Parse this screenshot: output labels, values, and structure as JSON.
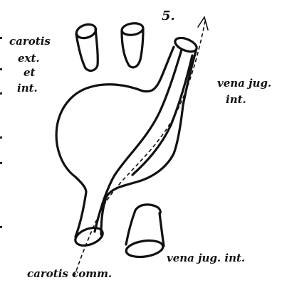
{
  "figure_number": "5.",
  "labels": {
    "carotis_ext_int": [
      "carotis",
      "ext.",
      "et",
      "int."
    ],
    "vena_jug_int_upper": [
      "vena jug.",
      "int."
    ],
    "vena_jug_int_lower": "vena jug. int.",
    "carotis_comm": "carotis comm."
  },
  "colors": {
    "ink": "#111111",
    "paper": "#ffffff"
  }
}
